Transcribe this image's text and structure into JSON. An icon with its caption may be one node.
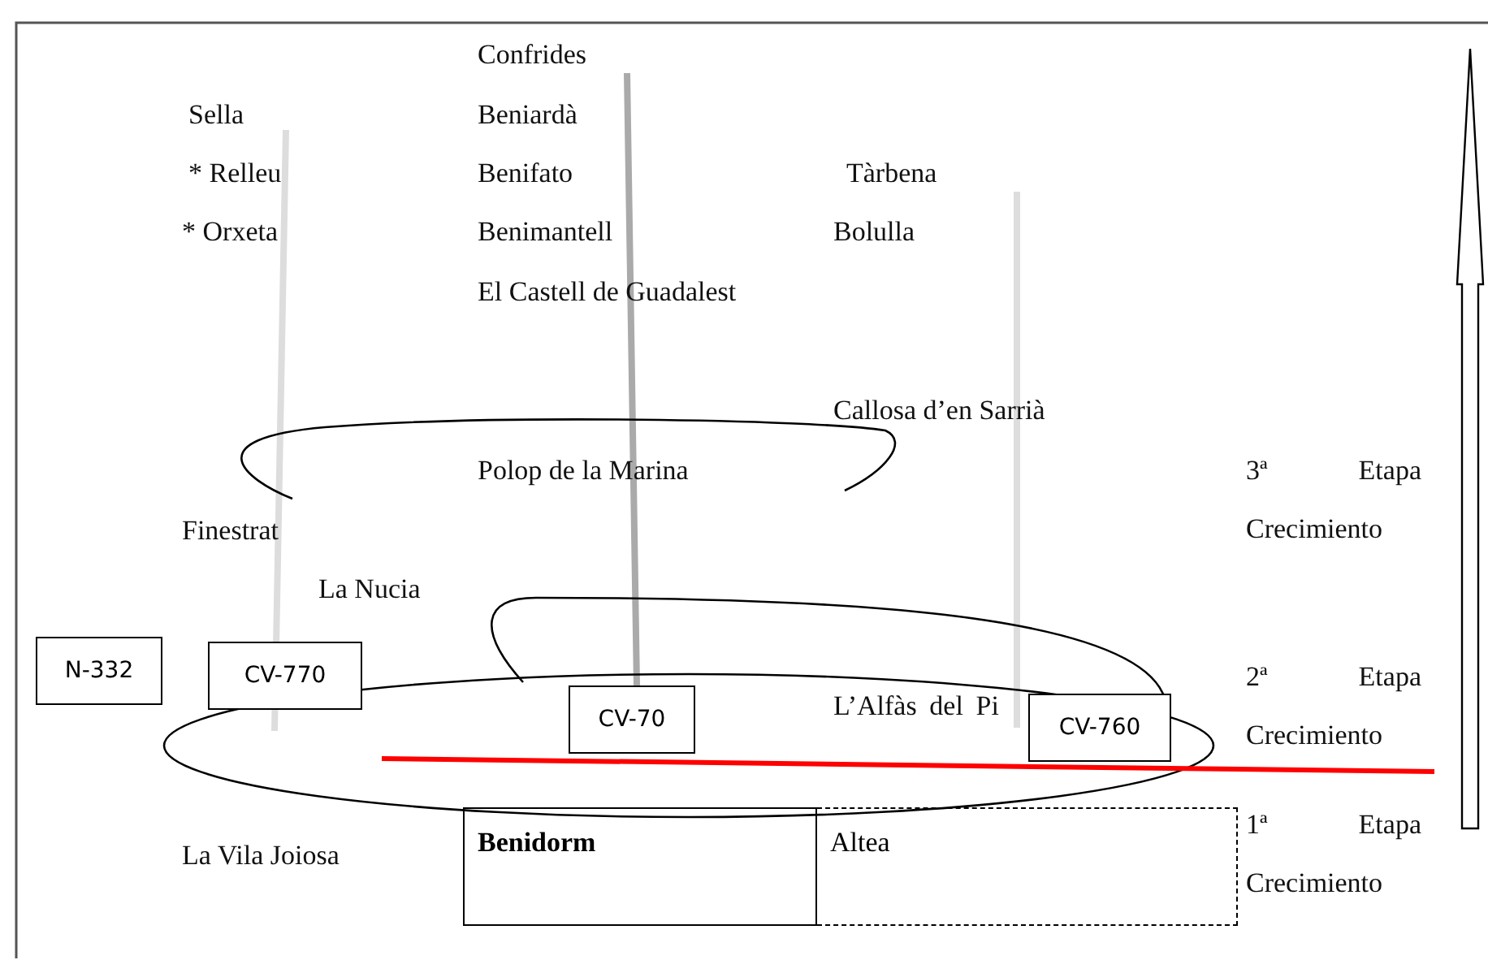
{
  "diagram": {
    "nodes": [
      {
        "text": [
          "N-332"
        ]
      },
      {
        "text": [
          "CV-770"
        ]
      },
      {
        "text": [
          "CV-70"
        ]
      },
      {
        "text": [
          "CV-760"
        ]
      },
      {
        "text": [
          "Benidorm"
        ]
      },
      {
        "text": [
          "Altea"
        ]
      }
    ],
    "labels": [
      "Confrides",
      "Sella",
      "Beniardà",
      "*  Relleu",
      "Benifato",
      "Tàrbena",
      "*  Orxeta",
      "Benimantell",
      "Bolulla",
      "El Castell de Guadalest",
      "Callosa d’en Sarrià",
      "Polop de la Marina",
      "3ª Etapa Crecimiento",
      "Finestrat",
      "La Nucia",
      "2ª Etapa Crecimiento",
      "L’Alfàs del Pi",
      "La Vila Joiosa",
      "1ª Etapa Crecimiento"
    ]
  }
}
